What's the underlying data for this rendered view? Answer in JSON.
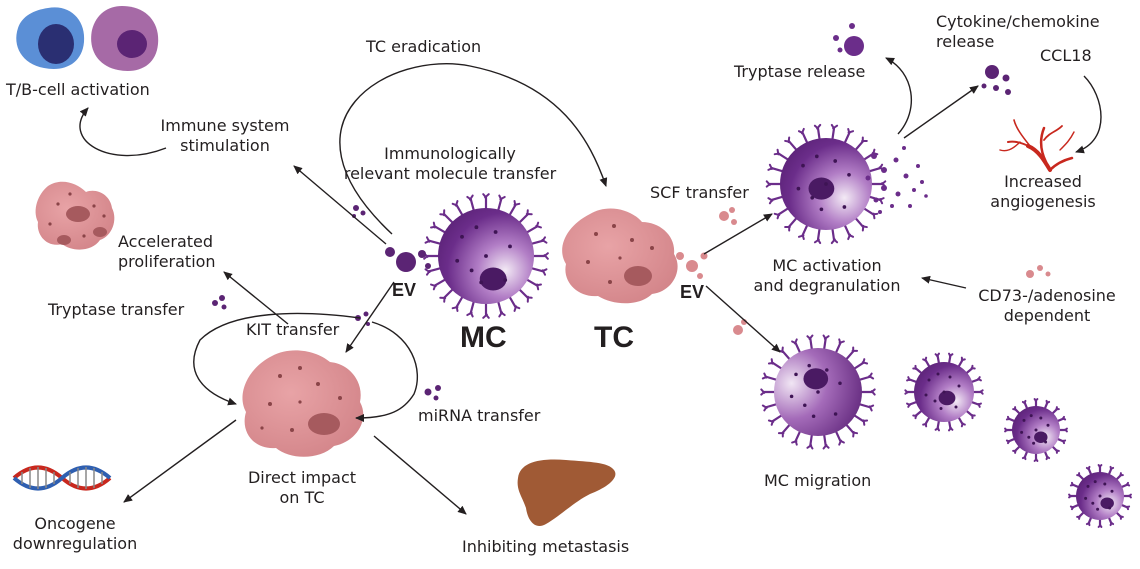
{
  "labels": {
    "tb_activation": "T/B-cell activation",
    "immune_stim": [
      "Immune system",
      "stimulation"
    ],
    "tc_eradication": "TC eradication",
    "imm_transfer": [
      "Immunologically",
      "relevant molecule transfer"
    ],
    "tryptase_release": "Tryptase release",
    "cytokine_release": [
      "Cytokine/chemokine",
      "release"
    ],
    "ccl18": "CCL18",
    "angiogenesis": [
      "Increased",
      "angiogenesis"
    ],
    "scf_transfer": "SCF transfer",
    "accel_prolif": [
      "Accelerated",
      "proliferation"
    ],
    "ev_left": "EV",
    "ev_right": "EV",
    "mc": "MC",
    "tc": "TC",
    "mc_activation": [
      "MC activation",
      "and degranulation"
    ],
    "cd73": [
      "CD73-/adenosine",
      "dependent"
    ],
    "tryptase_transfer": "Tryptase transfer",
    "kit_transfer": "KIT transfer",
    "mirna_transfer": "miRNA transfer",
    "direct_impact": [
      "Direct impact",
      "on TC"
    ],
    "oncogene": [
      "Oncogene",
      "downregulation"
    ],
    "inhibit_metastasis": "Inhibiting metastasis",
    "mc_migration": "MC migration"
  },
  "colors": {
    "mast_cell": "#6b2d8a",
    "tumor_cell": "#d98a8e",
    "tumor_dark": "#a65a5e",
    "ev_purple": "#5b2474",
    "lymph_blue": "#5b8fd6",
    "lymph_purple": "#a66aa6",
    "vessel_red": "#c8281e",
    "liver": "#a05a35",
    "arrow": "#231f20"
  },
  "icons": [
    "t-cell-icon",
    "b-cell-icon",
    "mast-cell-icon",
    "tumor-cell-icon",
    "dna-icon",
    "liver-icon",
    "blood-vessel-icon",
    "vesicle-icon"
  ]
}
